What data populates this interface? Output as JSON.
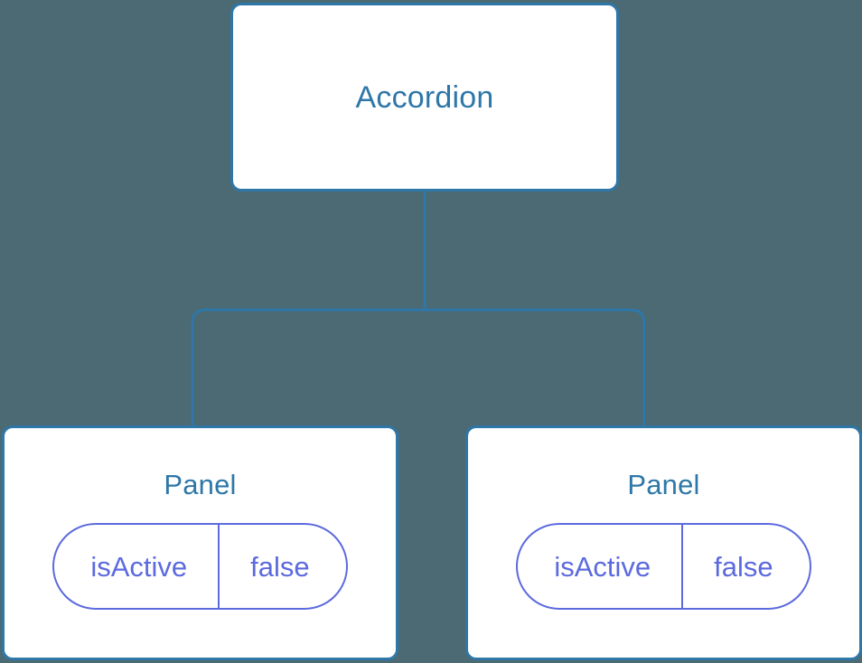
{
  "diagram": {
    "background_color": "#4b6a73",
    "node_border_color": "#2e77a8",
    "node_fill_color": "#ffffff",
    "node_title_color": "#2e77a8",
    "badge_color": "#5c6ade",
    "connector_color": "#2e77a8",
    "root": {
      "id": "accordion",
      "label": "Accordion"
    },
    "children": [
      {
        "id": "panel-left",
        "label": "Panel",
        "state": {
          "key": "isActive",
          "value": "false"
        }
      },
      {
        "id": "panel-right",
        "label": "Panel",
        "state": {
          "key": "isActive",
          "value": "false"
        }
      }
    ]
  }
}
